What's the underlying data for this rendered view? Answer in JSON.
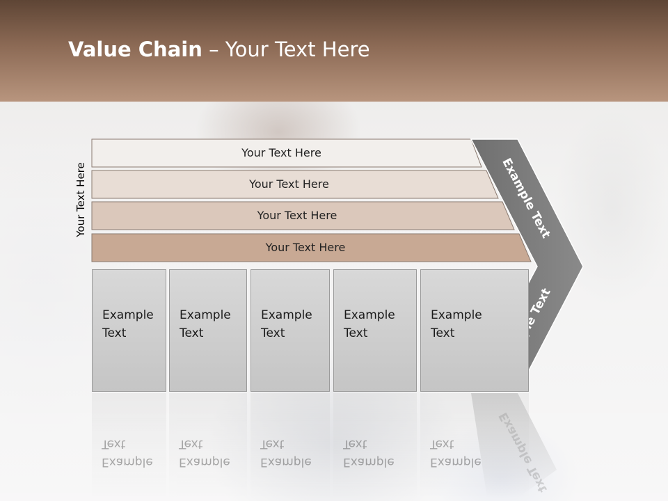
{
  "title": {
    "bold": "Value Chain",
    "rest": " – Your Text Here"
  },
  "side_label": "Your Text Here",
  "rows": [
    {
      "label": "Your Text Here",
      "color": "#f2efec"
    },
    {
      "label": "Your Text Here",
      "color": "#e8ddd5"
    },
    {
      "label": "Your Text Here",
      "color": "#dbc8bb"
    },
    {
      "label": "Your Text Here",
      "color": "#c8a994"
    }
  ],
  "boxes": [
    {
      "line1": "Example",
      "line2": "Text"
    },
    {
      "line1": "Example",
      "line2": "Text"
    },
    {
      "line1": "Example",
      "line2": "Text"
    },
    {
      "line1": "Example",
      "line2": "Text"
    },
    {
      "line1": "Example",
      "line2": "Text"
    }
  ],
  "arrow": {
    "upper_label": "Example Text",
    "lower_label": "Example Text",
    "color": "#7a7a7a"
  }
}
